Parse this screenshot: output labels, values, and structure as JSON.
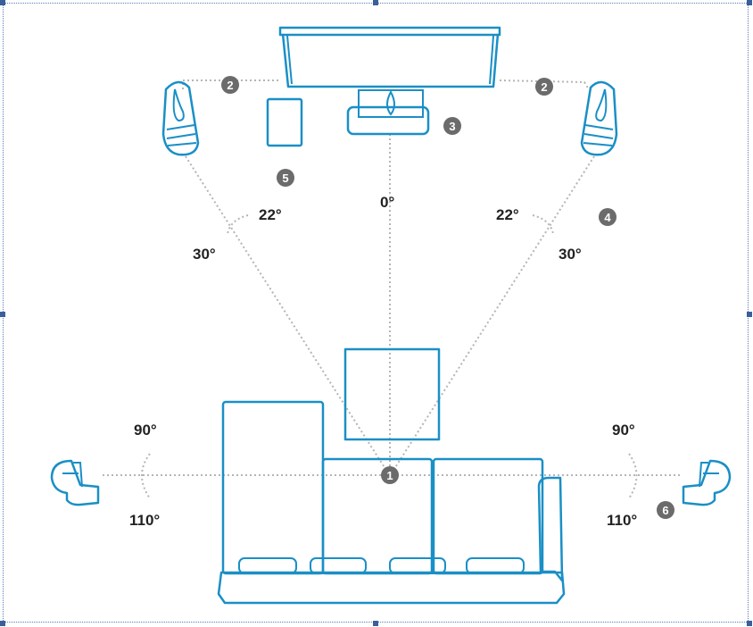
{
  "diagram": {
    "badges": {
      "listening_position": "1",
      "front_left": "2",
      "front_right": "2",
      "center": "3",
      "front_angle": "4",
      "subwoofer": "5",
      "surround": "6"
    },
    "angles": {
      "center": "0°",
      "front_left_inner": "22°",
      "front_left_outer": "30°",
      "front_right_inner": "22°",
      "front_right_outer": "30°",
      "surround_left_inner": "90°",
      "surround_left_outer": "110°",
      "surround_right_inner": "90°",
      "surround_right_outer": "110°"
    },
    "colors": {
      "line": "#1a8fc6",
      "guide": "#b5b5b5",
      "badge": "#6b6b6b"
    }
  }
}
